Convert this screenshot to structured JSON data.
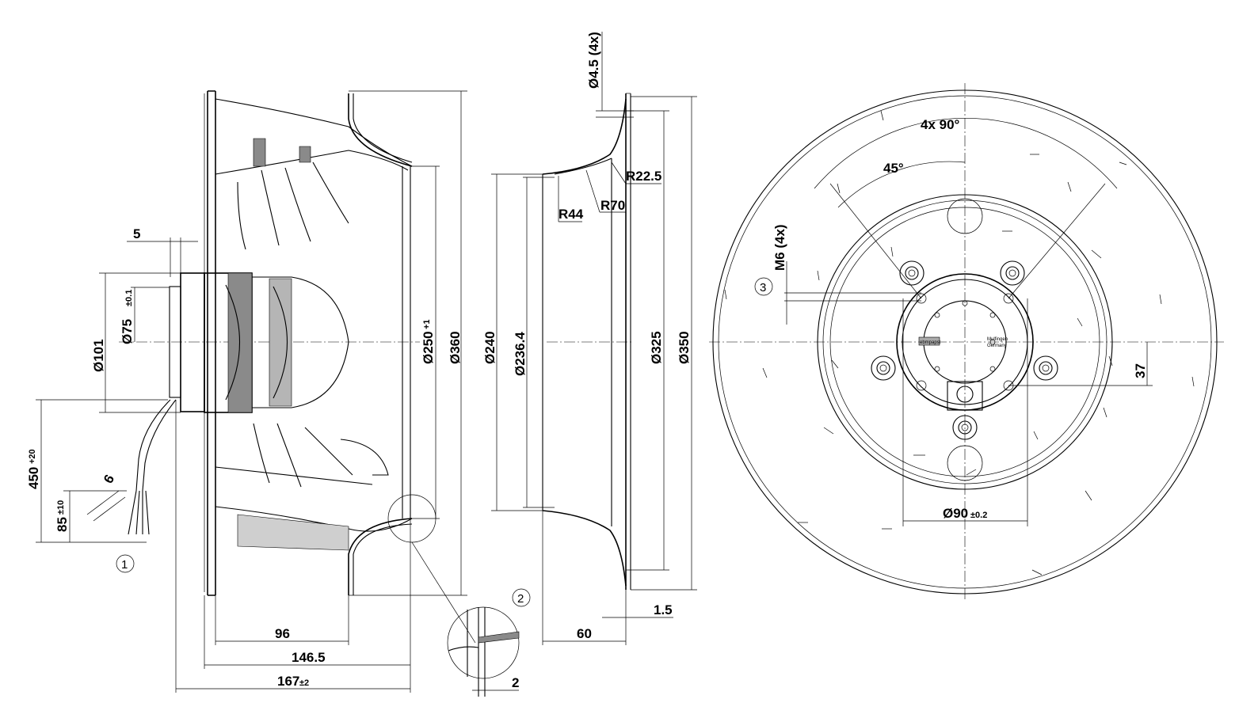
{
  "side_view": {
    "dim_5": "5",
    "dim_dia101": "Ø101",
    "dim_dia75": "Ø75",
    "tol_dia75": "±0.1",
    "dim_dia250": "Ø250",
    "tol_dia250": "+1",
    "dim_dia360": "Ø360",
    "dim_450": "450",
    "tol_450": "+20",
    "dim_85": "85",
    "tol_85": "±10",
    "dim_6": "6",
    "dim_96": "96",
    "dim_146_5": "146.5",
    "dim_167": "167",
    "tol_167": "±2"
  },
  "inlet_ring_view": {
    "dim_dia4_5": "Ø4.5 (4x)",
    "dim_r22_5": "R22.5",
    "dim_r44": "R44",
    "dim_r70": "R70",
    "dim_dia240": "Ø240",
    "dim_dia236_4": "Ø236.4",
    "dim_dia325": "Ø325",
    "dim_dia350": "Ø350",
    "dim_60": "60",
    "dim_1_5": "1.5"
  },
  "front_view": {
    "dim_4x90": "4x 90°",
    "dim_45": "45°",
    "dim_m6": "M6 (4x)",
    "dim_37": "37",
    "dim_dia90": "Ø90",
    "tol_dia90": "±0.2",
    "logo_ebm": "ebmpapst",
    "logo_origin_1": "Mulfingen",
    "logo_origin_2": "Germany"
  },
  "detail": {
    "dim_2": "2"
  },
  "callouts": {
    "c1": "1",
    "c2": "2",
    "c3": "3"
  }
}
